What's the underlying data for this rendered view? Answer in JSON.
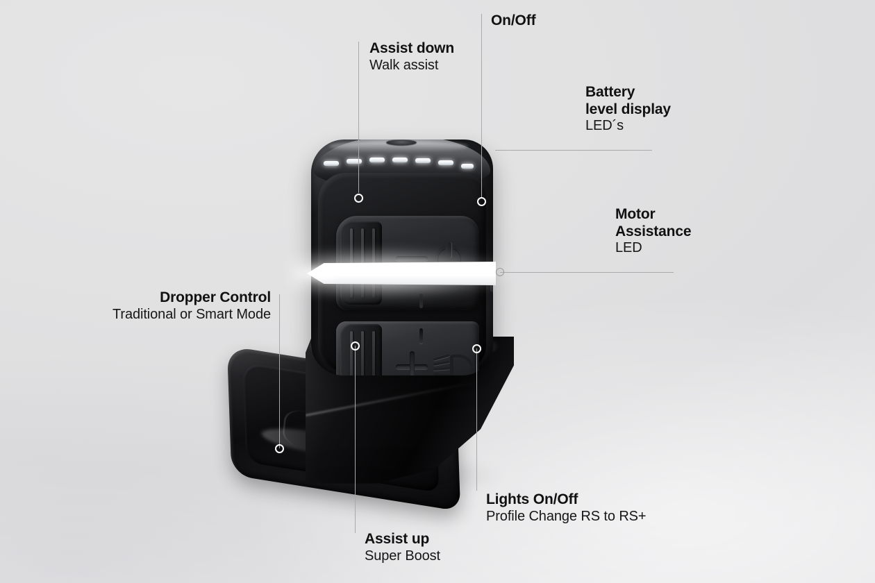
{
  "scene": {
    "subject": "e-bike handlebar remote control",
    "background_color": "#e3e3e4",
    "leader_line_color": "#a9a9ac"
  },
  "callouts": [
    {
      "key": "assist_down",
      "name": "assist-down",
      "title": "Assist down",
      "subtitle": "Walk assist"
    },
    {
      "key": "on_off",
      "name": "on-off",
      "title": "On/Off",
      "subtitle": ""
    },
    {
      "key": "battery",
      "name": "battery-level-display",
      "title_line_1": "Battery",
      "title_line_2": "level display",
      "subtitle": "LED´s"
    },
    {
      "key": "motor",
      "name": "motor-assistance",
      "title_line_1": "Motor",
      "title_line_2": "Assistance",
      "subtitle": "LED"
    },
    {
      "key": "dropper",
      "name": "dropper-control",
      "title": "Dropper Control",
      "subtitle": "Traditional or Smart Mode"
    },
    {
      "key": "lights",
      "name": "lights-on-off",
      "title": "Lights On/Off",
      "subtitle": "Profile Change RS to RS+"
    },
    {
      "key": "assist_up",
      "name": "assist-up",
      "title": "Assist up",
      "subtitle": "Super Boost"
    }
  ],
  "device": {
    "icons": {
      "minus": "minus-icon",
      "plus": "plus-icon",
      "power": "power-icon",
      "headlight": "headlight-icon"
    },
    "battery_leds": {
      "count": 7,
      "color": "#ffffff"
    },
    "motor_led_bar": {
      "state": "illuminated",
      "color": "#ffffff"
    },
    "housing_color": "#121214"
  }
}
